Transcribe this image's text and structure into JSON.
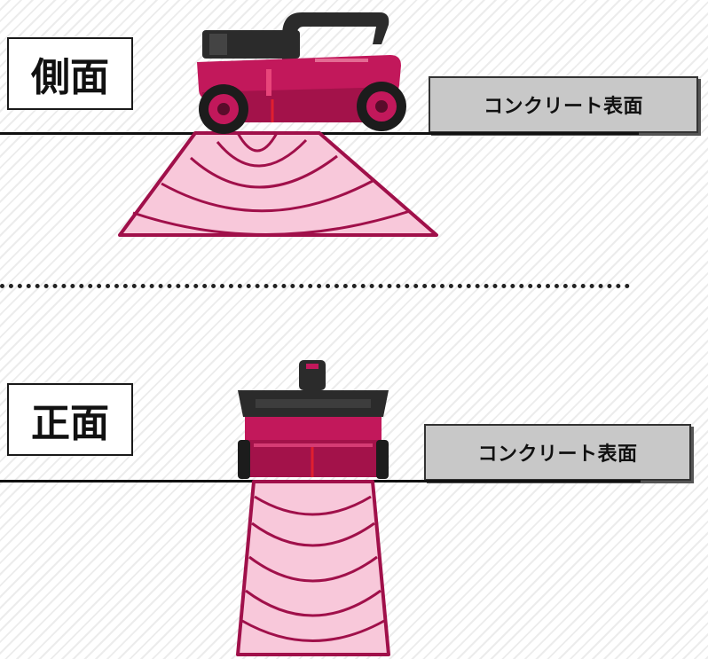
{
  "side_view": {
    "label": "側面",
    "surface_label": "コンクリート表面"
  },
  "front_view": {
    "label": "正面",
    "surface_label": "コンクリート表面"
  },
  "colors": {
    "device_body": "#c2185b",
    "device_dark": "#2b2b2b",
    "wave_fill": "#f8c8da",
    "wave_stroke": "#a0104a",
    "label_box_bg": "#ffffff",
    "surface_box_bg": "#c8c8c8"
  }
}
